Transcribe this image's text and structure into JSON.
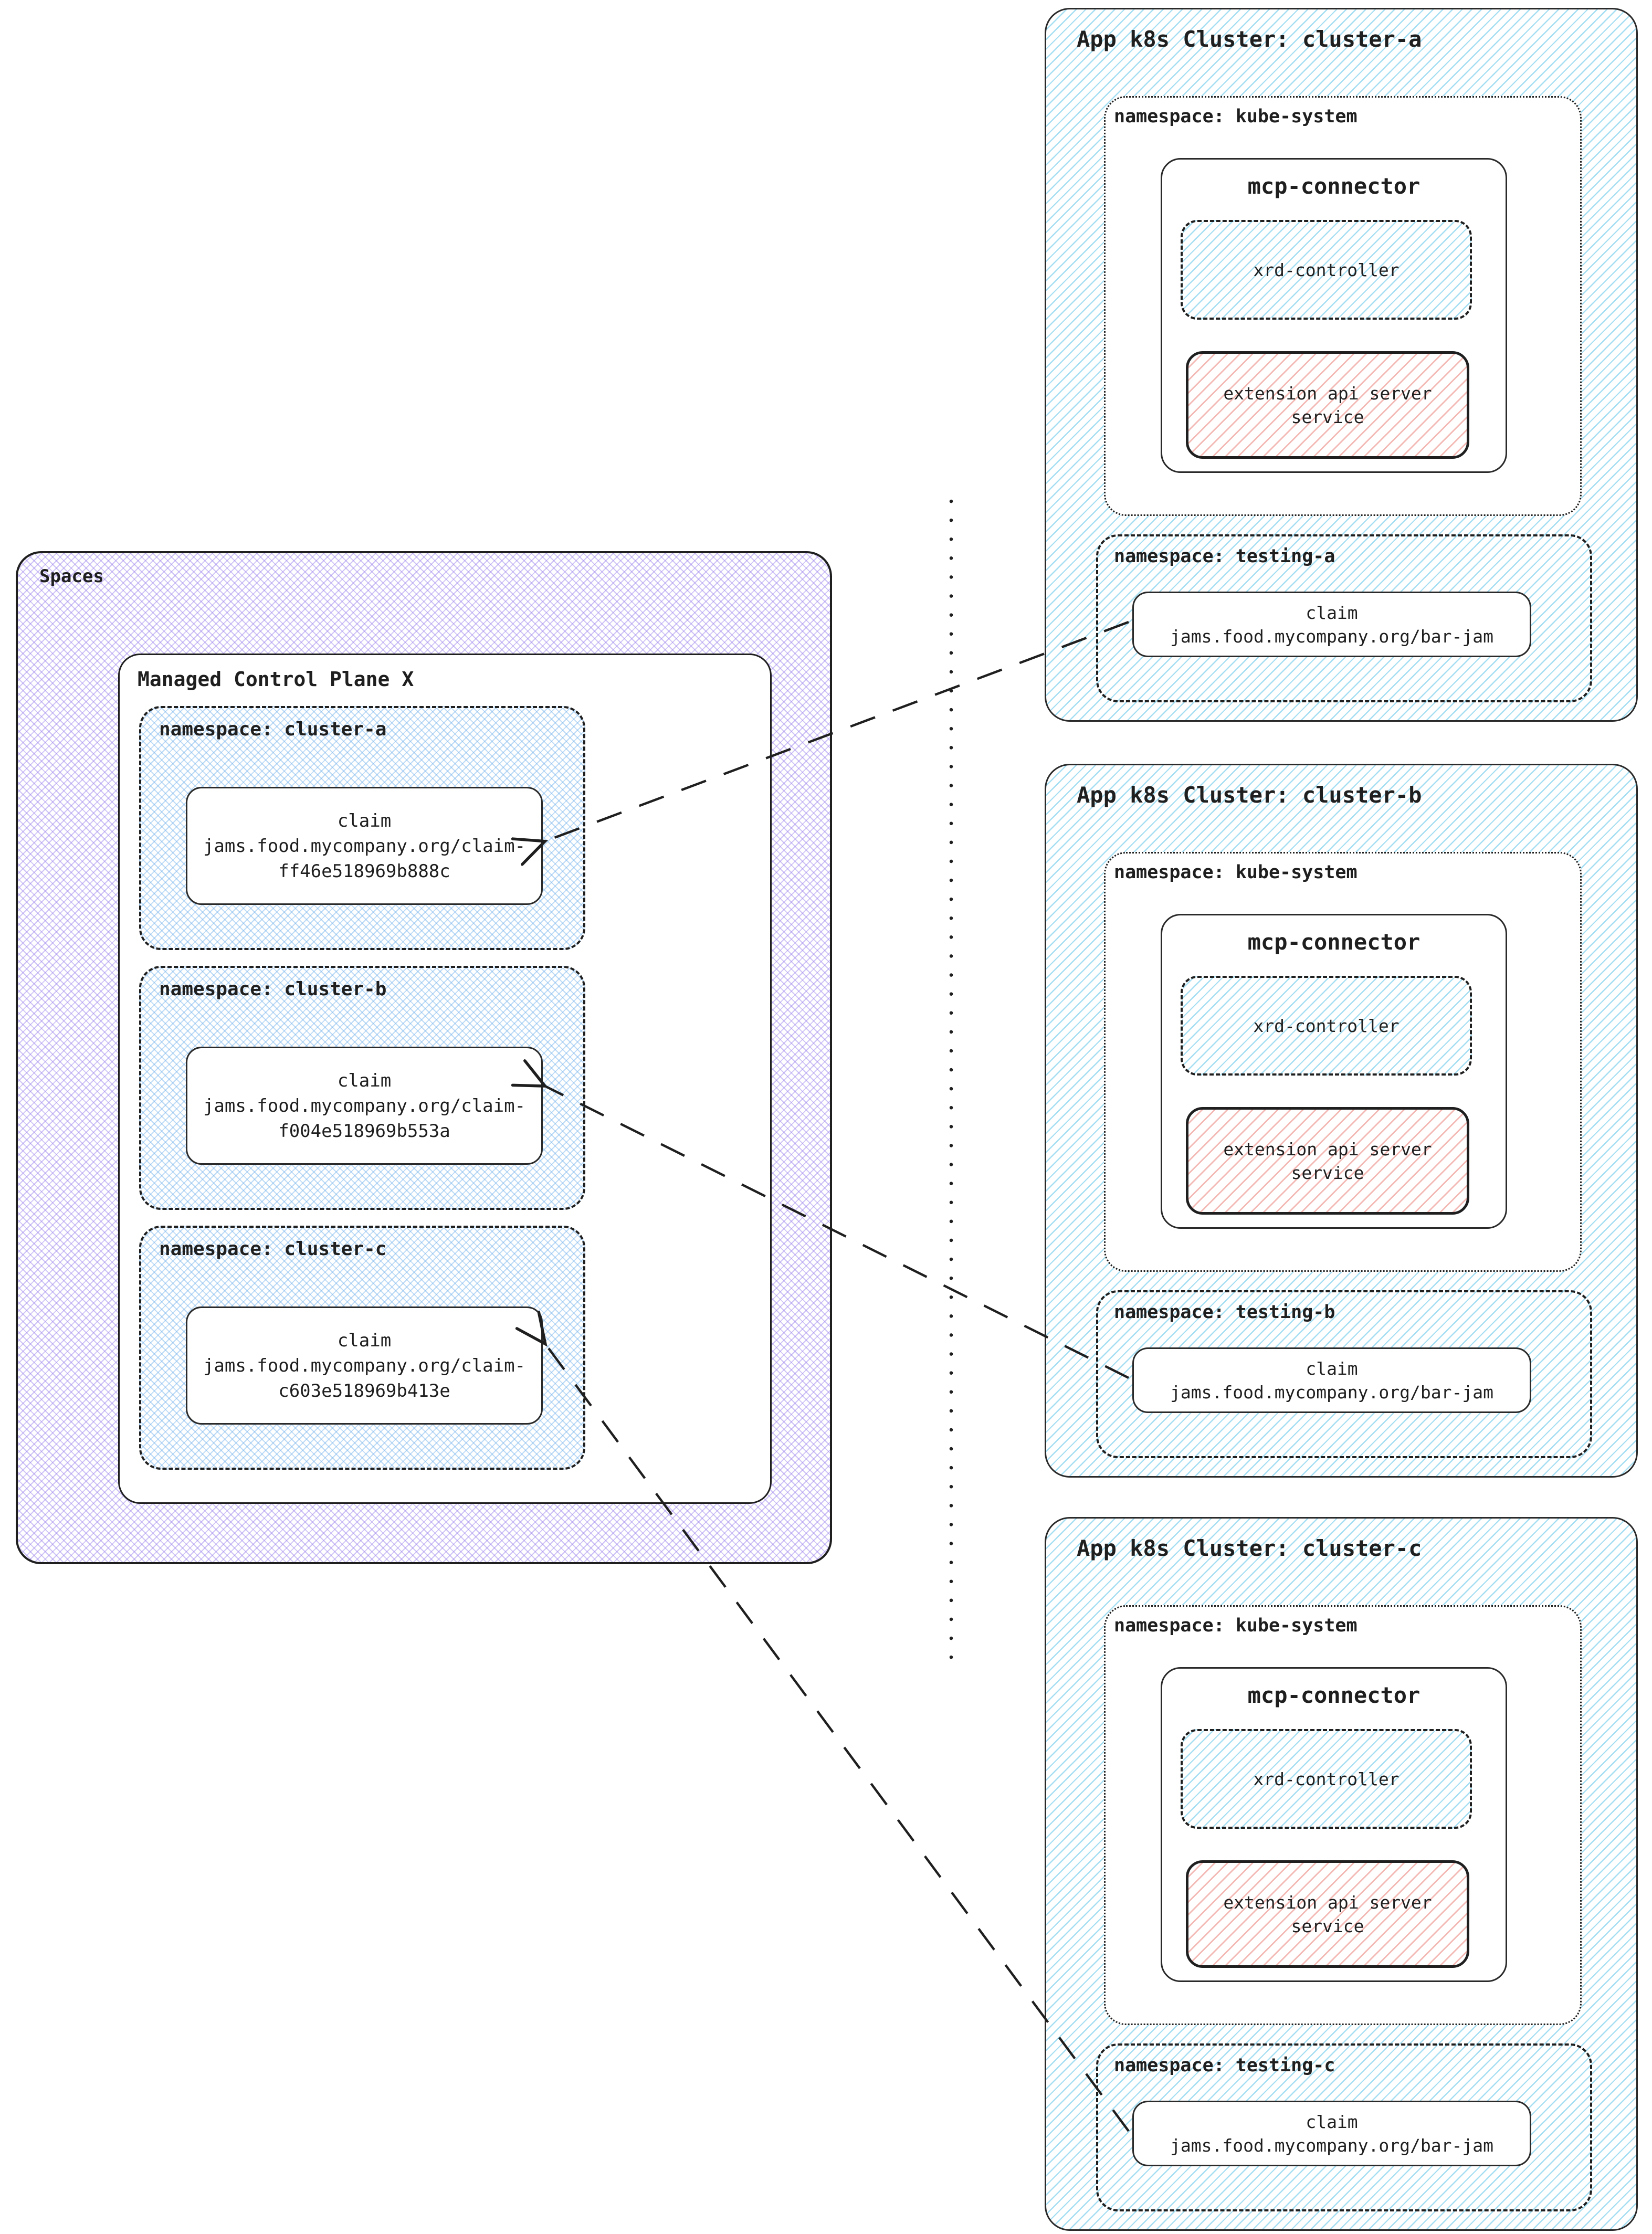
{
  "diagram": {
    "spaces": {
      "label": "Spaces",
      "control_plane": {
        "title": "Managed Control Plane X",
        "namespaces": [
          {
            "label": "namespace: cluster-a",
            "claim": {
              "title": "claim",
              "name": "jams.food.mycompany.org/claim-ff46e518969b888c"
            }
          },
          {
            "label": "namespace: cluster-b",
            "claim": {
              "title": "claim",
              "name": "jams.food.mycompany.org/claim-f004e518969b553a"
            }
          },
          {
            "label": "namespace: cluster-c",
            "claim": {
              "title": "claim",
              "name": "jams.food.mycompany.org/claim-c603e518969b413e"
            }
          }
        ]
      }
    },
    "clusters": [
      {
        "title": "App k8s Cluster: cluster-a",
        "kube_system": {
          "label": "namespace: kube-system",
          "mcp_connector": {
            "title": "mcp-connector",
            "xrd_controller": "xrd-controller",
            "extension_api": "extension api server service"
          }
        },
        "testing": {
          "label": "namespace: testing-a",
          "claim": {
            "title": "claim",
            "name": "jams.food.mycompany.org/bar-jam"
          }
        }
      },
      {
        "title": "App k8s Cluster: cluster-b",
        "kube_system": {
          "label": "namespace: kube-system",
          "mcp_connector": {
            "title": "mcp-connector",
            "xrd_controller": "xrd-controller",
            "extension_api": "extension api server service"
          }
        },
        "testing": {
          "label": "namespace: testing-b",
          "claim": {
            "title": "claim",
            "name": "jams.food.mycompany.org/bar-jam"
          }
        }
      },
      {
        "title": "App k8s Cluster: cluster-c",
        "kube_system": {
          "label": "namespace: kube-system",
          "mcp_connector": {
            "title": "mcp-connector",
            "xrd_controller": "xrd-controller",
            "extension_api": "extension api server service"
          }
        },
        "testing": {
          "label": "namespace: testing-c",
          "claim": {
            "title": "claim",
            "name": "jams.food.mycompany.org/bar-jam"
          }
        }
      }
    ],
    "colors": {
      "ink": "#1f1f1f",
      "blue_hatch": "#a5def2",
      "blue_cross": "#a9d4f3",
      "purple_cross": "#c4b6f0",
      "red_hatch": "#f3b9b4"
    }
  }
}
